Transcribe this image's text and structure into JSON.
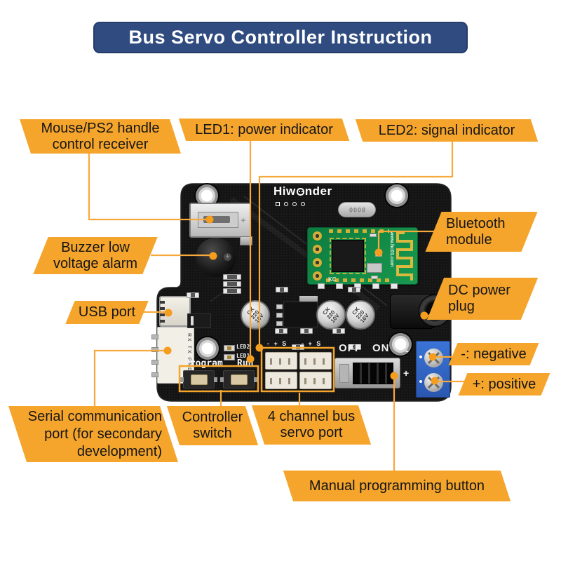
{
  "title": "Bus Servo Controller Instruction",
  "colors": {
    "banner": "#2F4B80",
    "banner_border": "#263C6B",
    "label_bg": "#F5A52C",
    "callout_line": "#F7A93C",
    "callout_dot": "#F59D1F",
    "pcb": "#141414",
    "bt_green": "#13894A",
    "terminal_blue": "#2F66C9"
  },
  "callouts": {
    "mouse": {
      "l1": "Mouse/PS2 handle",
      "l2": "control receiver"
    },
    "led1": {
      "l1": "LED1: power indicator"
    },
    "led2": {
      "l1": "LED2: signal indicator"
    },
    "bluetooth": {
      "l1": "Bluetooth",
      "l2": "module"
    },
    "dc_power": {
      "l1": "DC power",
      "l2": "plug"
    },
    "negative": {
      "l1": "-: negative"
    },
    "positive": {
      "l1": "+: positive"
    },
    "buzzer": {
      "l1": "Buzzer low",
      "l2": "voltage alarm"
    },
    "usb": {
      "l1": "USB port"
    },
    "serial": {
      "l1": "Serial communication",
      "l2": "port (for secondary",
      "l3": "development)"
    },
    "controller_switch": {
      "l1": "Controller",
      "l2": "switch"
    },
    "servo_port": {
      "l1": "4 channel bus",
      "l2": "servo port"
    },
    "manual_button": {
      "l1": "Manual programming button"
    }
  },
  "board": {
    "brand_prefix": "Hiw",
    "brand_suffix": "nder",
    "silk": {
      "led2": "LED2",
      "led1": "LED1",
      "program": "Program",
      "run": "Run",
      "off": "OFF",
      "on": "ON",
      "servo_pins_a": "- + S",
      "servo_pins_b": "- + S",
      "serial_pins": "RX TX GND",
      "terminal_minus": "-",
      "terminal_plus": "+",
      "crystal": "8000"
    },
    "bluetooth": {
      "url": "www.hc01.com",
      "mark": "KC"
    },
    "caps": {
      "c1": [
        "CK",
        "220",
        "10V"
      ],
      "c2": [
        "CK",
        "220",
        "10V"
      ],
      "c3": [
        "CK",
        "220",
        "16V"
      ]
    }
  }
}
